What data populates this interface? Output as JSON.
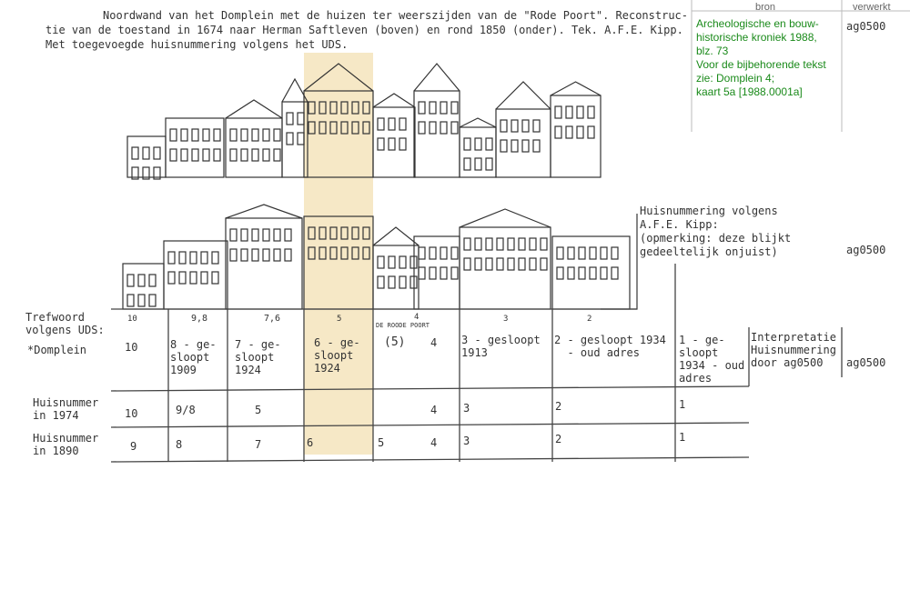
{
  "caption": [
    "Noordwand van het Domplein met de huizen ter weerszijden van de \"Rode Poort\". Reconstruc-",
    "tie van de toestand in 1674 naar Herman Saftleven (boven) en rond 1850 (onder). Tek. A.F.E. Kipp.",
    "Met toegevoegde huisnummering volgens het UDS."
  ],
  "side_table": {
    "headers": {
      "bron": "bron",
      "verwerkt": "verwerkt"
    },
    "bron_text": [
      "Archeologische en bouw-",
      "historische kroniek 1988,",
      "blz. 73",
      "Voor de bijbehorende tekst",
      "zie: Domplein 4;",
      "kaart 5a [1988.0001a]"
    ],
    "verwerkt": [
      "ag0500",
      "ag0500",
      "ag0500"
    ]
  },
  "kipp_note": [
    "Huisnummering volgens",
    "A.F.E. Kipp:",
    "(opmerking: deze blijkt",
    "gedeeltelijk onjuist)"
  ],
  "kipp_numbers": [
    "10",
    "9,8",
    "7,6",
    "5",
    "4",
    "3",
    "2"
  ],
  "roode_poort": "DE ROODE POORT",
  "row_labels": {
    "trefwoord": [
      "Trefwoord",
      "volgens UDS:"
    ],
    "domplein": "*Domplein",
    "h1974": [
      "Huisnummer",
      "in 1974"
    ],
    "h1890": [
      "Huisnummer",
      "in 1890"
    ]
  },
  "uds": [
    "10",
    "8 - ge-\nsloopt\n1909",
    "7 - ge-\nsloopt\n1924",
    "6 - ge-\nsloopt\n1924",
    "(5)",
    "4",
    "3 - gesloopt\n1913",
    "2 - gesloopt 1934\n  - oud adres",
    "1 - ge-\nsloopt\n1934 - oud\nadres"
  ],
  "interpretatie": "Interpretatie\nHuisnummering\ndoor ag0500",
  "h1974": [
    "10",
    "9/8",
    "5",
    "4",
    "3",
    "2",
    "1"
  ],
  "h1890": [
    "9",
    "8",
    "7",
    "6",
    "5",
    "4",
    "3",
    "2",
    "1"
  ]
}
